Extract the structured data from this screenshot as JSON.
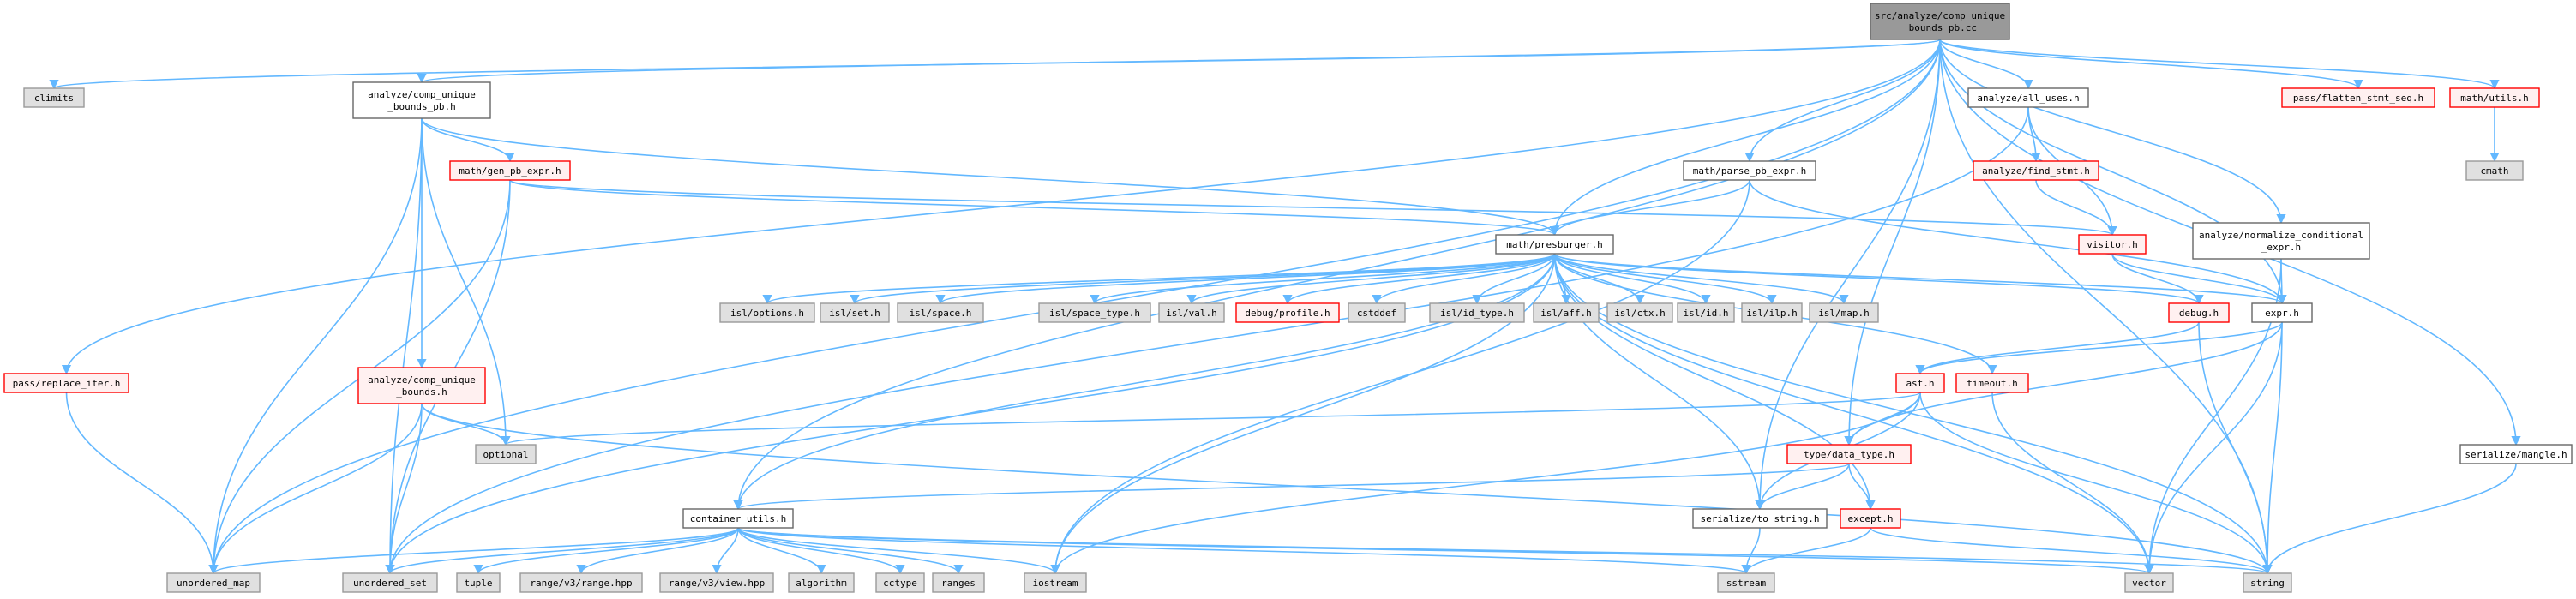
{
  "graph": {
    "root": "src/analyze/comp_unique_bounds_pb.cc",
    "nodes": [
      {
        "id": "root",
        "lines": [
          "src/analyze/comp_unique",
          "_bounds_pb.cc"
        ],
        "style": "root"
      },
      {
        "id": "climits",
        "lines": [
          "climits"
        ],
        "style": "grey"
      },
      {
        "id": "acub_pb_h",
        "lines": [
          "analyze/comp_unique",
          "_bounds_pb.h"
        ],
        "style": "default"
      },
      {
        "id": "all_uses",
        "lines": [
          "analyze/all_uses.h"
        ],
        "style": "default"
      },
      {
        "id": "flatten",
        "lines": [
          "pass/flatten_stmt_seq.h"
        ],
        "style": "red"
      },
      {
        "id": "math_utils",
        "lines": [
          "math/utils.h"
        ],
        "style": "red"
      },
      {
        "id": "cmath",
        "lines": [
          "cmath"
        ],
        "style": "grey"
      },
      {
        "id": "gen_pb",
        "lines": [
          "math/gen_pb_expr.h"
        ],
        "style": "red"
      },
      {
        "id": "parse_pb",
        "lines": [
          "math/parse_pb_expr.h"
        ],
        "style": "default"
      },
      {
        "id": "find_stmt",
        "lines": [
          "analyze/find_stmt.h"
        ],
        "style": "red"
      },
      {
        "id": "presburger",
        "lines": [
          "math/presburger.h"
        ],
        "style": "default"
      },
      {
        "id": "visitor",
        "lines": [
          "visitor.h"
        ],
        "style": "red"
      },
      {
        "id": "normalize",
        "lines": [
          "analyze/normalize_conditional",
          "_expr.h"
        ],
        "style": "default"
      },
      {
        "id": "isl_options",
        "lines": [
          "isl/options.h"
        ],
        "style": "grey"
      },
      {
        "id": "isl_set",
        "lines": [
          "isl/set.h"
        ],
        "style": "grey"
      },
      {
        "id": "isl_space",
        "lines": [
          "isl/space.h"
        ],
        "style": "grey"
      },
      {
        "id": "isl_space_type",
        "lines": [
          "isl/space_type.h"
        ],
        "style": "grey"
      },
      {
        "id": "isl_val",
        "lines": [
          "isl/val.h"
        ],
        "style": "grey"
      },
      {
        "id": "debug_profile",
        "lines": [
          "debug/profile.h"
        ],
        "style": "red"
      },
      {
        "id": "cstddef",
        "lines": [
          "cstddef"
        ],
        "style": "grey"
      },
      {
        "id": "isl_id_type",
        "lines": [
          "isl/id_type.h"
        ],
        "style": "grey"
      },
      {
        "id": "isl_aff",
        "lines": [
          "isl/aff.h"
        ],
        "style": "grey"
      },
      {
        "id": "isl_ctx",
        "lines": [
          "isl/ctx.h"
        ],
        "style": "grey"
      },
      {
        "id": "isl_id",
        "lines": [
          "isl/id.h"
        ],
        "style": "grey"
      },
      {
        "id": "isl_ilp",
        "lines": [
          "isl/ilp.h"
        ],
        "style": "grey"
      },
      {
        "id": "isl_map",
        "lines": [
          "isl/map.h"
        ],
        "style": "grey"
      },
      {
        "id": "debug_h",
        "lines": [
          "debug.h"
        ],
        "style": "red"
      },
      {
        "id": "expr_h",
        "lines": [
          "expr.h"
        ],
        "style": "default"
      },
      {
        "id": "replace_iter",
        "lines": [
          "pass/replace_iter.h"
        ],
        "style": "red"
      },
      {
        "id": "acub_h",
        "lines": [
          "analyze/comp_unique",
          "_bounds.h"
        ],
        "style": "red"
      },
      {
        "id": "ast_h",
        "lines": [
          "ast.h"
        ],
        "style": "red"
      },
      {
        "id": "timeout",
        "lines": [
          "timeout.h"
        ],
        "style": "red"
      },
      {
        "id": "optional",
        "lines": [
          "optional"
        ],
        "style": "grey"
      },
      {
        "id": "data_type",
        "lines": [
          "type/data_type.h"
        ],
        "style": "red"
      },
      {
        "id": "mangle",
        "lines": [
          "serialize/mangle.h"
        ],
        "style": "default"
      },
      {
        "id": "container_utils",
        "lines": [
          "container_utils.h"
        ],
        "style": "default"
      },
      {
        "id": "to_string",
        "lines": [
          "serialize/to_string.h"
        ],
        "style": "default"
      },
      {
        "id": "except",
        "lines": [
          "except.h"
        ],
        "style": "red"
      },
      {
        "id": "unordered_map",
        "lines": [
          "unordered_map"
        ],
        "style": "grey"
      },
      {
        "id": "unordered_set",
        "lines": [
          "unordered_set"
        ],
        "style": "grey"
      },
      {
        "id": "tuple",
        "lines": [
          "tuple"
        ],
        "style": "grey"
      },
      {
        "id": "range_hpp",
        "lines": [
          "range/v3/range.hpp"
        ],
        "style": "grey"
      },
      {
        "id": "view_hpp",
        "lines": [
          "range/v3/view.hpp"
        ],
        "style": "grey"
      },
      {
        "id": "algorithm",
        "lines": [
          "algorithm"
        ],
        "style": "grey"
      },
      {
        "id": "cctype",
        "lines": [
          "cctype"
        ],
        "style": "grey"
      },
      {
        "id": "ranges",
        "lines": [
          "ranges"
        ],
        "style": "grey"
      },
      {
        "id": "iostream",
        "lines": [
          "iostream"
        ],
        "style": "grey"
      },
      {
        "id": "sstream",
        "lines": [
          "sstream"
        ],
        "style": "grey"
      },
      {
        "id": "vector",
        "lines": [
          "vector"
        ],
        "style": "grey"
      },
      {
        "id": "string",
        "lines": [
          "string"
        ],
        "style": "grey"
      }
    ],
    "edges": [
      [
        "root",
        "climits"
      ],
      [
        "root",
        "acub_pb_h"
      ],
      [
        "root",
        "all_uses"
      ],
      [
        "root",
        "flatten"
      ],
      [
        "root",
        "math_utils"
      ],
      [
        "root",
        "parse_pb"
      ],
      [
        "root",
        "presburger"
      ],
      [
        "root",
        "normalize"
      ],
      [
        "root",
        "replace_iter"
      ],
      [
        "root",
        "mangle"
      ],
      [
        "root",
        "unordered_map"
      ],
      [
        "root",
        "string"
      ],
      [
        "root",
        "container_utils"
      ],
      [
        "root",
        "data_type"
      ],
      [
        "root",
        "to_string"
      ],
      [
        "root",
        "expr_h"
      ],
      [
        "math_utils",
        "cmath"
      ],
      [
        "acub_pb_h",
        "gen_pb"
      ],
      [
        "acub_pb_h",
        "presburger"
      ],
      [
        "acub_pb_h",
        "acub_h"
      ],
      [
        "acub_pb_h",
        "optional"
      ],
      [
        "acub_pb_h",
        "unordered_map"
      ],
      [
        "acub_pb_h",
        "unordered_set"
      ],
      [
        "all_uses",
        "find_stmt"
      ],
      [
        "all_uses",
        "visitor"
      ],
      [
        "all_uses",
        "unordered_set"
      ],
      [
        "find_stmt",
        "visitor"
      ],
      [
        "gen_pb",
        "presburger"
      ],
      [
        "gen_pb",
        "visitor"
      ],
      [
        "gen_pb",
        "unordered_map"
      ],
      [
        "gen_pb",
        "unordered_set"
      ],
      [
        "parse_pb",
        "presburger"
      ],
      [
        "parse_pb",
        "expr_h"
      ],
      [
        "parse_pb",
        "iostream"
      ],
      [
        "visitor",
        "debug_h"
      ],
      [
        "visitor",
        "expr_h"
      ],
      [
        "normalize",
        "expr_h"
      ],
      [
        "normalize",
        "vector"
      ],
      [
        "presburger",
        "isl_options"
      ],
      [
        "presburger",
        "isl_set"
      ],
      [
        "presburger",
        "isl_space"
      ],
      [
        "presburger",
        "isl_space_type"
      ],
      [
        "presburger",
        "isl_val"
      ],
      [
        "presburger",
        "debug_profile"
      ],
      [
        "presburger",
        "cstddef"
      ],
      [
        "presburger",
        "isl_id_type"
      ],
      [
        "presburger",
        "isl_aff"
      ],
      [
        "presburger",
        "isl_ctx"
      ],
      [
        "presburger",
        "isl_id"
      ],
      [
        "presburger",
        "isl_ilp"
      ],
      [
        "presburger",
        "isl_map"
      ],
      [
        "presburger",
        "debug_h"
      ],
      [
        "presburger",
        "expr_h"
      ],
      [
        "presburger",
        "timeout"
      ],
      [
        "presburger",
        "except"
      ],
      [
        "presburger",
        "to_string"
      ],
      [
        "presburger",
        "vector"
      ],
      [
        "presburger",
        "string"
      ],
      [
        "presburger",
        "iostream"
      ],
      [
        "presburger",
        "unordered_set"
      ],
      [
        "presburger",
        "container_utils"
      ],
      [
        "debug_h",
        "ast_h"
      ],
      [
        "debug_h",
        "string"
      ],
      [
        "expr_h",
        "ast_h"
      ],
      [
        "expr_h",
        "data_type"
      ],
      [
        "expr_h",
        "vector"
      ],
      [
        "expr_h",
        "string"
      ],
      [
        "ast_h",
        "data_type"
      ],
      [
        "ast_h",
        "to_string"
      ],
      [
        "ast_h",
        "optional"
      ],
      [
        "ast_h",
        "string"
      ],
      [
        "ast_h",
        "iostream"
      ],
      [
        "timeout",
        "vector"
      ],
      [
        "acub_h",
        "optional"
      ],
      [
        "acub_h",
        "unordered_map"
      ],
      [
        "acub_h",
        "unordered_set"
      ],
      [
        "acub_h",
        "string"
      ],
      [
        "replace_iter",
        "unordered_map"
      ],
      [
        "data_type",
        "container_utils"
      ],
      [
        "data_type",
        "to_string"
      ],
      [
        "data_type",
        "except"
      ],
      [
        "mangle",
        "string"
      ],
      [
        "container_utils",
        "unordered_map"
      ],
      [
        "container_utils",
        "unordered_set"
      ],
      [
        "container_utils",
        "tuple"
      ],
      [
        "container_utils",
        "range_hpp"
      ],
      [
        "container_utils",
        "view_hpp"
      ],
      [
        "container_utils",
        "algorithm"
      ],
      [
        "container_utils",
        "cctype"
      ],
      [
        "container_utils",
        "ranges"
      ],
      [
        "container_utils",
        "iostream"
      ],
      [
        "container_utils",
        "sstream"
      ],
      [
        "container_utils",
        "vector"
      ],
      [
        "container_utils",
        "string"
      ],
      [
        "to_string",
        "sstream"
      ],
      [
        "except",
        "sstream"
      ],
      [
        "except",
        "string"
      ]
    ]
  }
}
